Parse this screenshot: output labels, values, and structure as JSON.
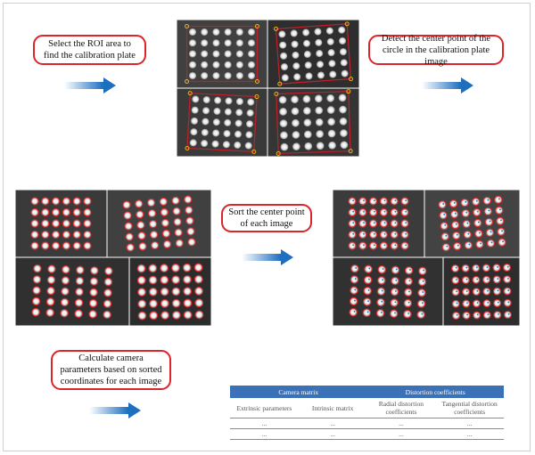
{
  "steps": {
    "roi": "Select the ROI area to find the calibration plate",
    "detect": "Detect the center point of the circle in the calibration plate image",
    "sort": "Sort the center point of each image",
    "calc": "Calculate camera parameters based on sorted coordinates for each image"
  },
  "table": {
    "group1": "Camera matrix",
    "group2": "Distortion coefficients",
    "col1": "Extrinsic parameters",
    "col2": "Intrinsic matrix",
    "col3": "Radial distortion coefficients",
    "col4": "Tangential distortion coefficients",
    "cell": "..."
  },
  "colors": {
    "label_border": "#d9252b",
    "arrow": "#1d6fc0",
    "table_header": "#3b71b6",
    "dot_outline": "#e02a2a",
    "roi_box": "#c0202a",
    "corner_marker": "#e3b817"
  }
}
